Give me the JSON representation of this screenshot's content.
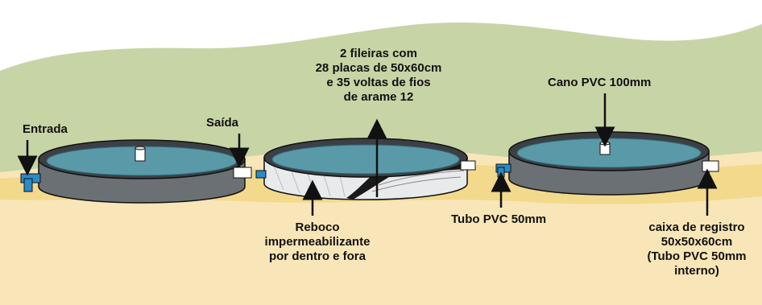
{
  "colors": {
    "hill": "#c7d4a6",
    "ground": "#f8e6b8",
    "sand": "#f2d98c",
    "tank_wall": "#6b7075",
    "tank_wall_dark": "#3c4045",
    "water": "#5a9aa8",
    "water_edge": "#2f6a78",
    "pipe_blue": "#2b8ac8",
    "plaster": "#e8eaec",
    "outline": "#111111"
  },
  "labels": {
    "entrada": "Entrada",
    "saida": "Saída",
    "fileiras": [
      "2 fileiras com",
      "28 placas de 50x60cm",
      "e 35 voltas de fios",
      "de arame 12"
    ],
    "reboco": [
      "Reboco",
      "impermeabilizante",
      "por dentro e fora"
    ],
    "tubo": "Tubo PVC 50mm",
    "cano": "Cano PVC 100mm",
    "caixa": [
      "caixa de registro",
      "50x50x60cm",
      "(Tubo PVC 50mm",
      "interno)"
    ]
  }
}
